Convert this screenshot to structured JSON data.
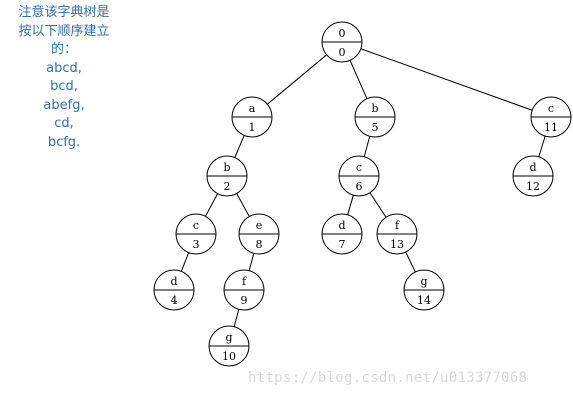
{
  "caption": {
    "lines": [
      "注意该字典树是",
      "按以下顺序建立",
      "的：",
      "abcd,",
      "bcd,",
      "abefg,",
      "cd,",
      "bcfg."
    ]
  },
  "tree": {
    "nodes": [
      {
        "id": "n0",
        "char": "0",
        "num": "0"
      },
      {
        "id": "n1",
        "char": "a",
        "num": "1"
      },
      {
        "id": "n2",
        "char": "b",
        "num": "2"
      },
      {
        "id": "n3",
        "char": "c",
        "num": "3"
      },
      {
        "id": "n4",
        "char": "d",
        "num": "4"
      },
      {
        "id": "n5",
        "char": "b",
        "num": "5"
      },
      {
        "id": "n6",
        "char": "c",
        "num": "6"
      },
      {
        "id": "n7",
        "char": "d",
        "num": "7"
      },
      {
        "id": "n8",
        "char": "e",
        "num": "8"
      },
      {
        "id": "n9",
        "char": "f",
        "num": "9"
      },
      {
        "id": "n10",
        "char": "g",
        "num": "10"
      },
      {
        "id": "n11",
        "char": "c",
        "num": "11"
      },
      {
        "id": "n12",
        "char": "d",
        "num": "12"
      },
      {
        "id": "n13",
        "char": "f",
        "num": "13"
      },
      {
        "id": "n14",
        "char": "g",
        "num": "14"
      }
    ],
    "edges": [
      [
        "n0",
        "n1"
      ],
      [
        "n0",
        "n5"
      ],
      [
        "n0",
        "n11"
      ],
      [
        "n1",
        "n2"
      ],
      [
        "n2",
        "n3"
      ],
      [
        "n2",
        "n8"
      ],
      [
        "n3",
        "n4"
      ],
      [
        "n8",
        "n9"
      ],
      [
        "n9",
        "n10"
      ],
      [
        "n5",
        "n6"
      ],
      [
        "n6",
        "n7"
      ],
      [
        "n6",
        "n13"
      ],
      [
        "n13",
        "n14"
      ],
      [
        "n11",
        "n12"
      ]
    ]
  },
  "watermark": "https://blog.csdn.net/u013377068"
}
